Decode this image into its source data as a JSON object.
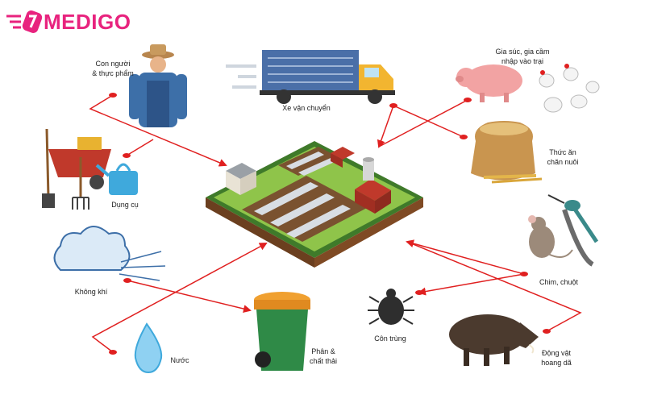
{
  "brand": {
    "name": "MEDIGO",
    "color": "#e8237e"
  },
  "colors": {
    "arrow": "#e02020",
    "dot": "#e02020"
  },
  "center": {
    "label": "",
    "icon": "isometric-farm-icon"
  },
  "nodes": [
    {
      "id": "people",
      "label": [
        "Con người",
        "& thực phẩm"
      ],
      "icon": "farmer-icon"
    },
    {
      "id": "tools",
      "label": [
        "Dụng cụ"
      ],
      "icon": "wheelbarrow-tools-icon"
    },
    {
      "id": "air",
      "label": [
        "Không khí"
      ],
      "icon": "wind-cloud-icon"
    },
    {
      "id": "water",
      "label": [
        "Nước"
      ],
      "icon": "water-drop-icon"
    },
    {
      "id": "waste",
      "label": [
        "Phân &",
        "chất thải"
      ],
      "icon": "trash-bin-icon"
    },
    {
      "id": "truck",
      "label": [
        "Xe vận chuyển"
      ],
      "icon": "truck-icon"
    },
    {
      "id": "livestock",
      "label": [
        "Gia súc, gia cầm",
        "nhập vào trại"
      ],
      "icon": "pig-chicken-icon"
    },
    {
      "id": "feed",
      "label": [
        "Thức ăn",
        "chăn nuôi"
      ],
      "icon": "feed-sack-icon"
    },
    {
      "id": "birds",
      "label": [
        "Chim, chuột"
      ],
      "icon": "bird-rat-icon"
    },
    {
      "id": "insects",
      "label": [
        "Côn trùng"
      ],
      "icon": "tick-insect-icon"
    },
    {
      "id": "wild",
      "label": [
        "Động vật",
        "hoang dã"
      ],
      "icon": "wild-boar-icon"
    }
  ]
}
